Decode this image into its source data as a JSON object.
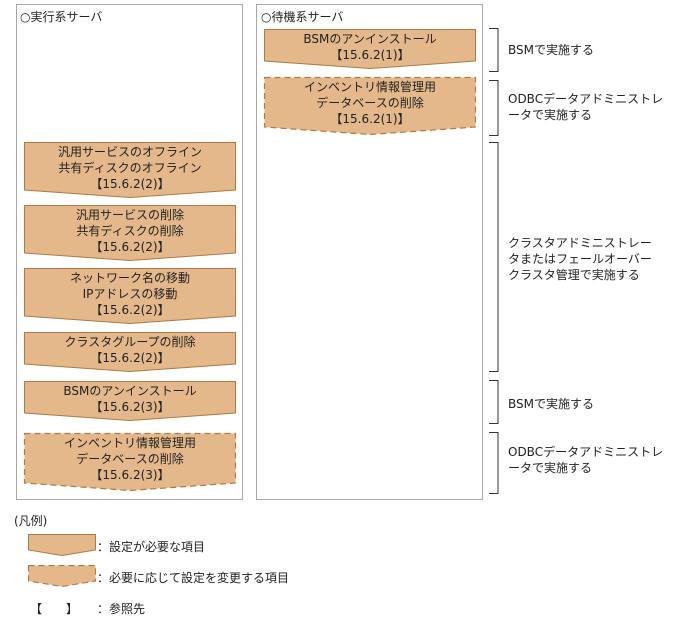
{
  "exec_panel": {
    "title": "○実行系サーバ"
  },
  "standby_panel": {
    "title": "○待機系サーバ"
  },
  "exec_steps": [
    {
      "lines": [
        "汎用サービスのオフライン",
        "共有ディスクのオフライン",
        "【15.6.2(2)】"
      ],
      "style": "required"
    },
    {
      "lines": [
        "汎用サービスの削除",
        "共有ディスクの削除",
        "【15.6.2(2)】"
      ],
      "style": "required"
    },
    {
      "lines": [
        "ネットワーク名の移動",
        "IPアドレスの移動",
        "【15.6.2(2)】"
      ],
      "style": "required"
    },
    {
      "lines": [
        "クラスタグループの削除",
        "【15.6.2(2)】"
      ],
      "style": "required"
    },
    {
      "lines": [
        "BSMのアンインストール",
        "【15.6.2(3)】"
      ],
      "style": "required"
    },
    {
      "lines": [
        "インベントリ情報管理用",
        "データベースの削除",
        "【15.6.2(3)】"
      ],
      "style": "optional"
    }
  ],
  "standby_steps": [
    {
      "lines": [
        "BSMのアンインストール",
        "【15.6.2(1)】"
      ],
      "style": "required"
    },
    {
      "lines": [
        "インベントリ情報管理用",
        "データベースの削除",
        "【15.6.2(1)】"
      ],
      "style": "optional"
    }
  ],
  "notes": [
    {
      "lines": [
        "BSMで実施する"
      ]
    },
    {
      "lines": [
        "ODBCデータアドミニストレ",
        "ータで実施する"
      ]
    },
    {
      "lines": [
        "クラスタアドミニストレー",
        "タまたはフェールオーバー",
        "クラスタ管理で実施する"
      ]
    },
    {
      "lines": [
        "BSMで実施する"
      ]
    },
    {
      "lines": [
        "ODBCデータアドミニストレ",
        "ータで実施する"
      ]
    }
  ],
  "legend": {
    "title": "(凡例)",
    "required_label": "：設定が必要な項目",
    "optional_label": "：必要に応じて設定を変更する項目",
    "ref_symbol": "【　　】",
    "ref_label": "：参照先"
  },
  "colors": {
    "fill": "#e4b88a",
    "stroke": "#b07a42",
    "panel_border": "#a8a8a8",
    "brace": "#333333"
  }
}
